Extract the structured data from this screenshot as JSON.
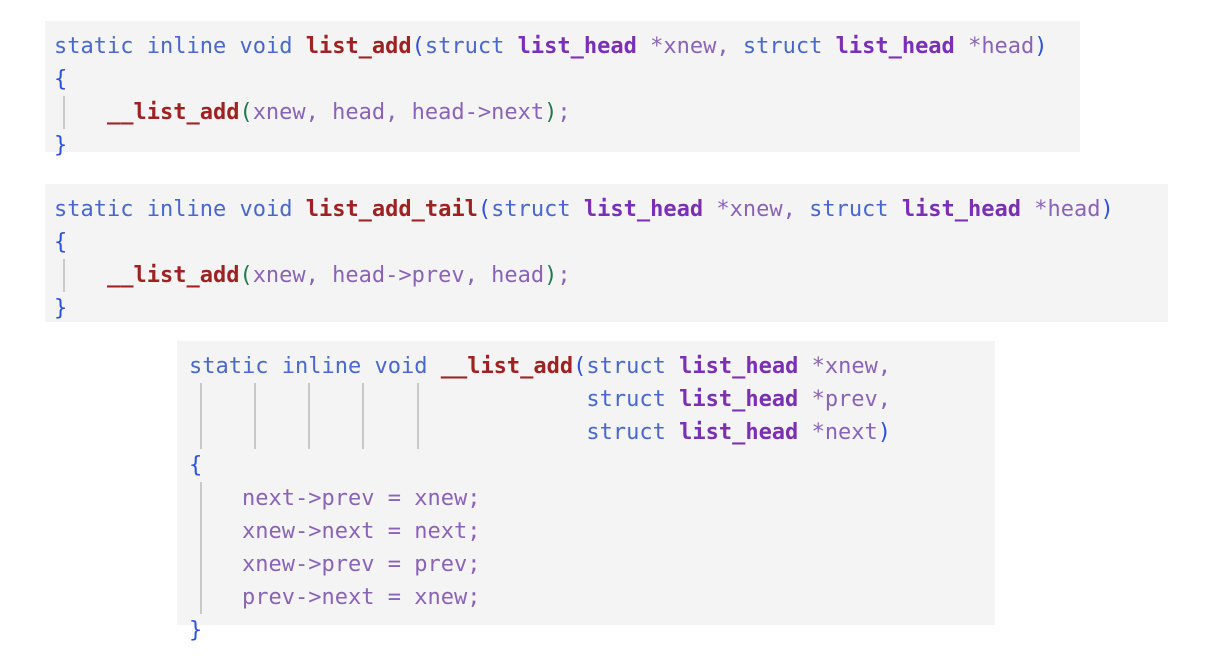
{
  "page": {
    "title": "Linux kernel linked list insertion helpers",
    "background_color": "#ffffff",
    "code_background_color": "#f4f4f4",
    "indent_guide_color": "#c9c9c9"
  },
  "theme": {
    "keyword_color": "#4867cf",
    "function_color": "#9e2222",
    "type_color": "#7b2fb5",
    "identifier_color": "#8a63b8",
    "brace_color": "#2b4fe0",
    "call_paren_color": "#1d7a4d",
    "declaration_paren_color": "#2b4fe0"
  },
  "blocks": [
    {
      "name": "list_add",
      "lines": [
        {
          "tokens": [
            {
              "text": "static",
              "kind": "keyword"
            },
            {
              "text": " ",
              "kind": "plain"
            },
            {
              "text": "inline",
              "kind": "keyword"
            },
            {
              "text": " ",
              "kind": "plain"
            },
            {
              "text": "void",
              "kind": "keyword"
            },
            {
              "text": " ",
              "kind": "plain"
            },
            {
              "text": "list_add",
              "kind": "func"
            },
            {
              "text": "(",
              "kind": "paren-decl"
            },
            {
              "text": "struct",
              "kind": "keyword"
            },
            {
              "text": " ",
              "kind": "plain"
            },
            {
              "text": "list_head",
              "kind": "type"
            },
            {
              "text": " ",
              "kind": "plain"
            },
            {
              "text": "*",
              "kind": "star"
            },
            {
              "text": "xnew",
              "kind": "ident"
            },
            {
              "text": ",",
              "kind": "punct"
            },
            {
              "text": " ",
              "kind": "plain"
            },
            {
              "text": "struct",
              "kind": "keyword"
            },
            {
              "text": " ",
              "kind": "plain"
            },
            {
              "text": "list_head",
              "kind": "type"
            },
            {
              "text": " ",
              "kind": "plain"
            },
            {
              "text": "*",
              "kind": "star"
            },
            {
              "text": "head",
              "kind": "ident"
            },
            {
              "text": ")",
              "kind": "paren-decl"
            }
          ]
        },
        {
          "tokens": [
            {
              "text": "{",
              "kind": "brace"
            }
          ]
        },
        {
          "guides": [
            9
          ],
          "tokens": [
            {
              "text": "    ",
              "kind": "plain"
            },
            {
              "text": "__list_add",
              "kind": "func"
            },
            {
              "text": "(",
              "kind": "paren-call"
            },
            {
              "text": "xnew",
              "kind": "ident"
            },
            {
              "text": ",",
              "kind": "punct"
            },
            {
              "text": " ",
              "kind": "plain"
            },
            {
              "text": "head",
              "kind": "ident"
            },
            {
              "text": ",",
              "kind": "punct"
            },
            {
              "text": " ",
              "kind": "plain"
            },
            {
              "text": "head",
              "kind": "ident"
            },
            {
              "text": "->",
              "kind": "op"
            },
            {
              "text": "next",
              "kind": "ident"
            },
            {
              "text": ")",
              "kind": "paren-call"
            },
            {
              "text": ";",
              "kind": "punct"
            }
          ]
        },
        {
          "tokens": [
            {
              "text": "}",
              "kind": "brace"
            }
          ]
        }
      ]
    },
    {
      "name": "list_add_tail",
      "lines": [
        {
          "tokens": [
            {
              "text": "static",
              "kind": "keyword"
            },
            {
              "text": " ",
              "kind": "plain"
            },
            {
              "text": "inline",
              "kind": "keyword"
            },
            {
              "text": " ",
              "kind": "plain"
            },
            {
              "text": "void",
              "kind": "keyword"
            },
            {
              "text": " ",
              "kind": "plain"
            },
            {
              "text": "list_add_tail",
              "kind": "func"
            },
            {
              "text": "(",
              "kind": "paren-decl"
            },
            {
              "text": "struct",
              "kind": "keyword"
            },
            {
              "text": " ",
              "kind": "plain"
            },
            {
              "text": "list_head",
              "kind": "type"
            },
            {
              "text": " ",
              "kind": "plain"
            },
            {
              "text": "*",
              "kind": "star"
            },
            {
              "text": "xnew",
              "kind": "ident"
            },
            {
              "text": ",",
              "kind": "punct"
            },
            {
              "text": " ",
              "kind": "plain"
            },
            {
              "text": "struct",
              "kind": "keyword"
            },
            {
              "text": " ",
              "kind": "plain"
            },
            {
              "text": "list_head",
              "kind": "type"
            },
            {
              "text": " ",
              "kind": "plain"
            },
            {
              "text": "*",
              "kind": "star"
            },
            {
              "text": "head",
              "kind": "ident"
            },
            {
              "text": ")",
              "kind": "paren-decl"
            }
          ]
        },
        {
          "tokens": [
            {
              "text": "{",
              "kind": "brace"
            }
          ]
        },
        {
          "guides": [
            9
          ],
          "tokens": [
            {
              "text": "    ",
              "kind": "plain"
            },
            {
              "text": "__list_add",
              "kind": "func"
            },
            {
              "text": "(",
              "kind": "paren-call"
            },
            {
              "text": "xnew",
              "kind": "ident"
            },
            {
              "text": ",",
              "kind": "punct"
            },
            {
              "text": " ",
              "kind": "plain"
            },
            {
              "text": "head",
              "kind": "ident"
            },
            {
              "text": "->",
              "kind": "op"
            },
            {
              "text": "prev",
              "kind": "ident"
            },
            {
              "text": ",",
              "kind": "punct"
            },
            {
              "text": " ",
              "kind": "plain"
            },
            {
              "text": "head",
              "kind": "ident"
            },
            {
              "text": ")",
              "kind": "paren-call"
            },
            {
              "text": ";",
              "kind": "punct"
            }
          ]
        },
        {
          "tokens": [
            {
              "text": "}",
              "kind": "brace"
            }
          ]
        }
      ]
    },
    {
      "name": "__list_add",
      "lines": [
        {
          "tokens": [
            {
              "text": "static",
              "kind": "keyword"
            },
            {
              "text": " ",
              "kind": "plain"
            },
            {
              "text": "inline",
              "kind": "keyword"
            },
            {
              "text": " ",
              "kind": "plain"
            },
            {
              "text": "void",
              "kind": "keyword"
            },
            {
              "text": " ",
              "kind": "plain"
            },
            {
              "text": "__list_add",
              "kind": "func"
            },
            {
              "text": "(",
              "kind": "paren-decl"
            },
            {
              "text": "struct",
              "kind": "keyword"
            },
            {
              "text": " ",
              "kind": "plain"
            },
            {
              "text": "list_head",
              "kind": "type"
            },
            {
              "text": " ",
              "kind": "plain"
            },
            {
              "text": "*",
              "kind": "star"
            },
            {
              "text": "xnew",
              "kind": "ident"
            },
            {
              "text": ",",
              "kind": "punct"
            }
          ]
        },
        {
          "guides": [
            11,
            65,
            119,
            173,
            228
          ],
          "tokens": [
            {
              "text": "                              ",
              "kind": "plain"
            },
            {
              "text": "struct",
              "kind": "keyword"
            },
            {
              "text": " ",
              "kind": "plain"
            },
            {
              "text": "list_head",
              "kind": "type"
            },
            {
              "text": " ",
              "kind": "plain"
            },
            {
              "text": "*",
              "kind": "star"
            },
            {
              "text": "prev",
              "kind": "ident"
            },
            {
              "text": ",",
              "kind": "punct"
            }
          ]
        },
        {
          "guides": [
            11,
            65,
            119,
            173,
            228
          ],
          "tokens": [
            {
              "text": "                              ",
              "kind": "plain"
            },
            {
              "text": "struct",
              "kind": "keyword"
            },
            {
              "text": " ",
              "kind": "plain"
            },
            {
              "text": "list_head",
              "kind": "type"
            },
            {
              "text": " ",
              "kind": "plain"
            },
            {
              "text": "*",
              "kind": "star"
            },
            {
              "text": "next",
              "kind": "ident"
            },
            {
              "text": ")",
              "kind": "paren-decl"
            }
          ]
        },
        {
          "tokens": [
            {
              "text": "{",
              "kind": "brace"
            }
          ]
        },
        {
          "guides": [
            11
          ],
          "tokens": [
            {
              "text": "    ",
              "kind": "plain"
            },
            {
              "text": "next",
              "kind": "ident"
            },
            {
              "text": "->",
              "kind": "op"
            },
            {
              "text": "prev",
              "kind": "ident"
            },
            {
              "text": " ",
              "kind": "plain"
            },
            {
              "text": "=",
              "kind": "op"
            },
            {
              "text": " ",
              "kind": "plain"
            },
            {
              "text": "xnew",
              "kind": "ident"
            },
            {
              "text": ";",
              "kind": "punct"
            }
          ]
        },
        {
          "guides": [
            11
          ],
          "tokens": [
            {
              "text": "    ",
              "kind": "plain"
            },
            {
              "text": "xnew",
              "kind": "ident"
            },
            {
              "text": "->",
              "kind": "op"
            },
            {
              "text": "next",
              "kind": "ident"
            },
            {
              "text": " ",
              "kind": "plain"
            },
            {
              "text": "=",
              "kind": "op"
            },
            {
              "text": " ",
              "kind": "plain"
            },
            {
              "text": "next",
              "kind": "ident"
            },
            {
              "text": ";",
              "kind": "punct"
            }
          ]
        },
        {
          "guides": [
            11
          ],
          "tokens": [
            {
              "text": "    ",
              "kind": "plain"
            },
            {
              "text": "xnew",
              "kind": "ident"
            },
            {
              "text": "->",
              "kind": "op"
            },
            {
              "text": "prev",
              "kind": "ident"
            },
            {
              "text": " ",
              "kind": "plain"
            },
            {
              "text": "=",
              "kind": "op"
            },
            {
              "text": " ",
              "kind": "plain"
            },
            {
              "text": "prev",
              "kind": "ident"
            },
            {
              "text": ";",
              "kind": "punct"
            }
          ]
        },
        {
          "guides": [
            11
          ],
          "tokens": [
            {
              "text": "    ",
              "kind": "plain"
            },
            {
              "text": "prev",
              "kind": "ident"
            },
            {
              "text": "->",
              "kind": "op"
            },
            {
              "text": "next",
              "kind": "ident"
            },
            {
              "text": " ",
              "kind": "plain"
            },
            {
              "text": "=",
              "kind": "op"
            },
            {
              "text": " ",
              "kind": "plain"
            },
            {
              "text": "xnew",
              "kind": "ident"
            },
            {
              "text": ";",
              "kind": "punct"
            }
          ]
        },
        {
          "tokens": [
            {
              "text": "}",
              "kind": "brace"
            }
          ]
        }
      ]
    }
  ]
}
